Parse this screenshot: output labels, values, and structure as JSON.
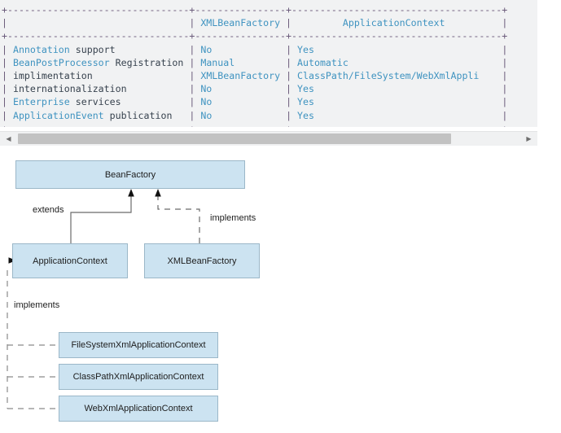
{
  "code_block": {
    "language": "ascii-table",
    "table": {
      "columns": [
        "",
        "XMLBeanFactory",
        "ApplicationContext"
      ],
      "rows": [
        {
          "feature": "Annotation support",
          "feature_keyword": "Annotation",
          "feature_rest": "support",
          "xmlbeanfactory": "No",
          "applicationcontext": "Yes"
        },
        {
          "feature": "BeanPostProcessor Registration",
          "feature_keyword": "BeanPostProcessor",
          "feature_rest": "Registration",
          "xmlbeanfactory": "Manual",
          "applicationcontext": "Automatic"
        },
        {
          "feature": "implimentation",
          "feature_keyword": "",
          "feature_rest": "implimentation",
          "xmlbeanfactory": "XMLBeanFactory",
          "applicationcontext": "ClassPath/FileSystem/WebXmlAppli"
        },
        {
          "feature": "internationalization",
          "feature_keyword": "",
          "feature_rest": "internationalization",
          "xmlbeanfactory": "No",
          "applicationcontext": "Yes"
        },
        {
          "feature": "Enterprise services",
          "feature_keyword": "Enterprise",
          "feature_rest": "services",
          "xmlbeanfactory": "No",
          "applicationcontext": "Yes"
        },
        {
          "feature": "ApplicationEvent publication",
          "feature_keyword": "ApplicationEvent",
          "feature_rest": "publication",
          "xmlbeanfactory": "No",
          "applicationcontext": "Yes"
        }
      ]
    },
    "raw_lines": [
      "+--------------------------------+----------------+-------------------------------------+",
      "|                                | XMLBeanFactory |         ApplicationContext          |",
      "+--------------------------------+----------------+-------------------------------------+",
      "| Annotation support             | No             | Yes                                 |",
      "| BeanPostProcessor Registration | Manual         | Automatic                           |",
      "| implimentation                 | XMLBeanFactory | ClassPath/FileSystem/WebXmlAppli    |",
      "| internationalization           | No             | Yes                                 |",
      "| Enterprise services            | No             | Yes                                 |",
      "| ApplicationEvent publication   | No             | Yes                                 |",
      "+--------------------------------+----------------+-------------------------------------+"
    ]
  },
  "scrollbar": {
    "left_arrow": "◀",
    "right_arrow": "▶",
    "orientation": "horizontal"
  },
  "diagram": {
    "type": "uml-class-diagram",
    "boxes": {
      "beanfactory": "BeanFactory",
      "applicationcontext": "ApplicationContext",
      "xmlbeanfactory": "XMLBeanFactory",
      "filesystemxml": "FileSystemXmlApplicationContext",
      "classpathxml": "ClassPathXmlApplicationContext",
      "webxml": "WebXmlApplicationContext"
    },
    "labels": {
      "extends": "extends",
      "implements_right": "implements",
      "implements_left": "implements"
    },
    "colors": {
      "box_fill": "#cce3f1",
      "box_border": "#9bb7c8",
      "connector": "#6b6b6b",
      "code_bg": "#f1f2f3",
      "keyword": "#3f93c0"
    }
  }
}
